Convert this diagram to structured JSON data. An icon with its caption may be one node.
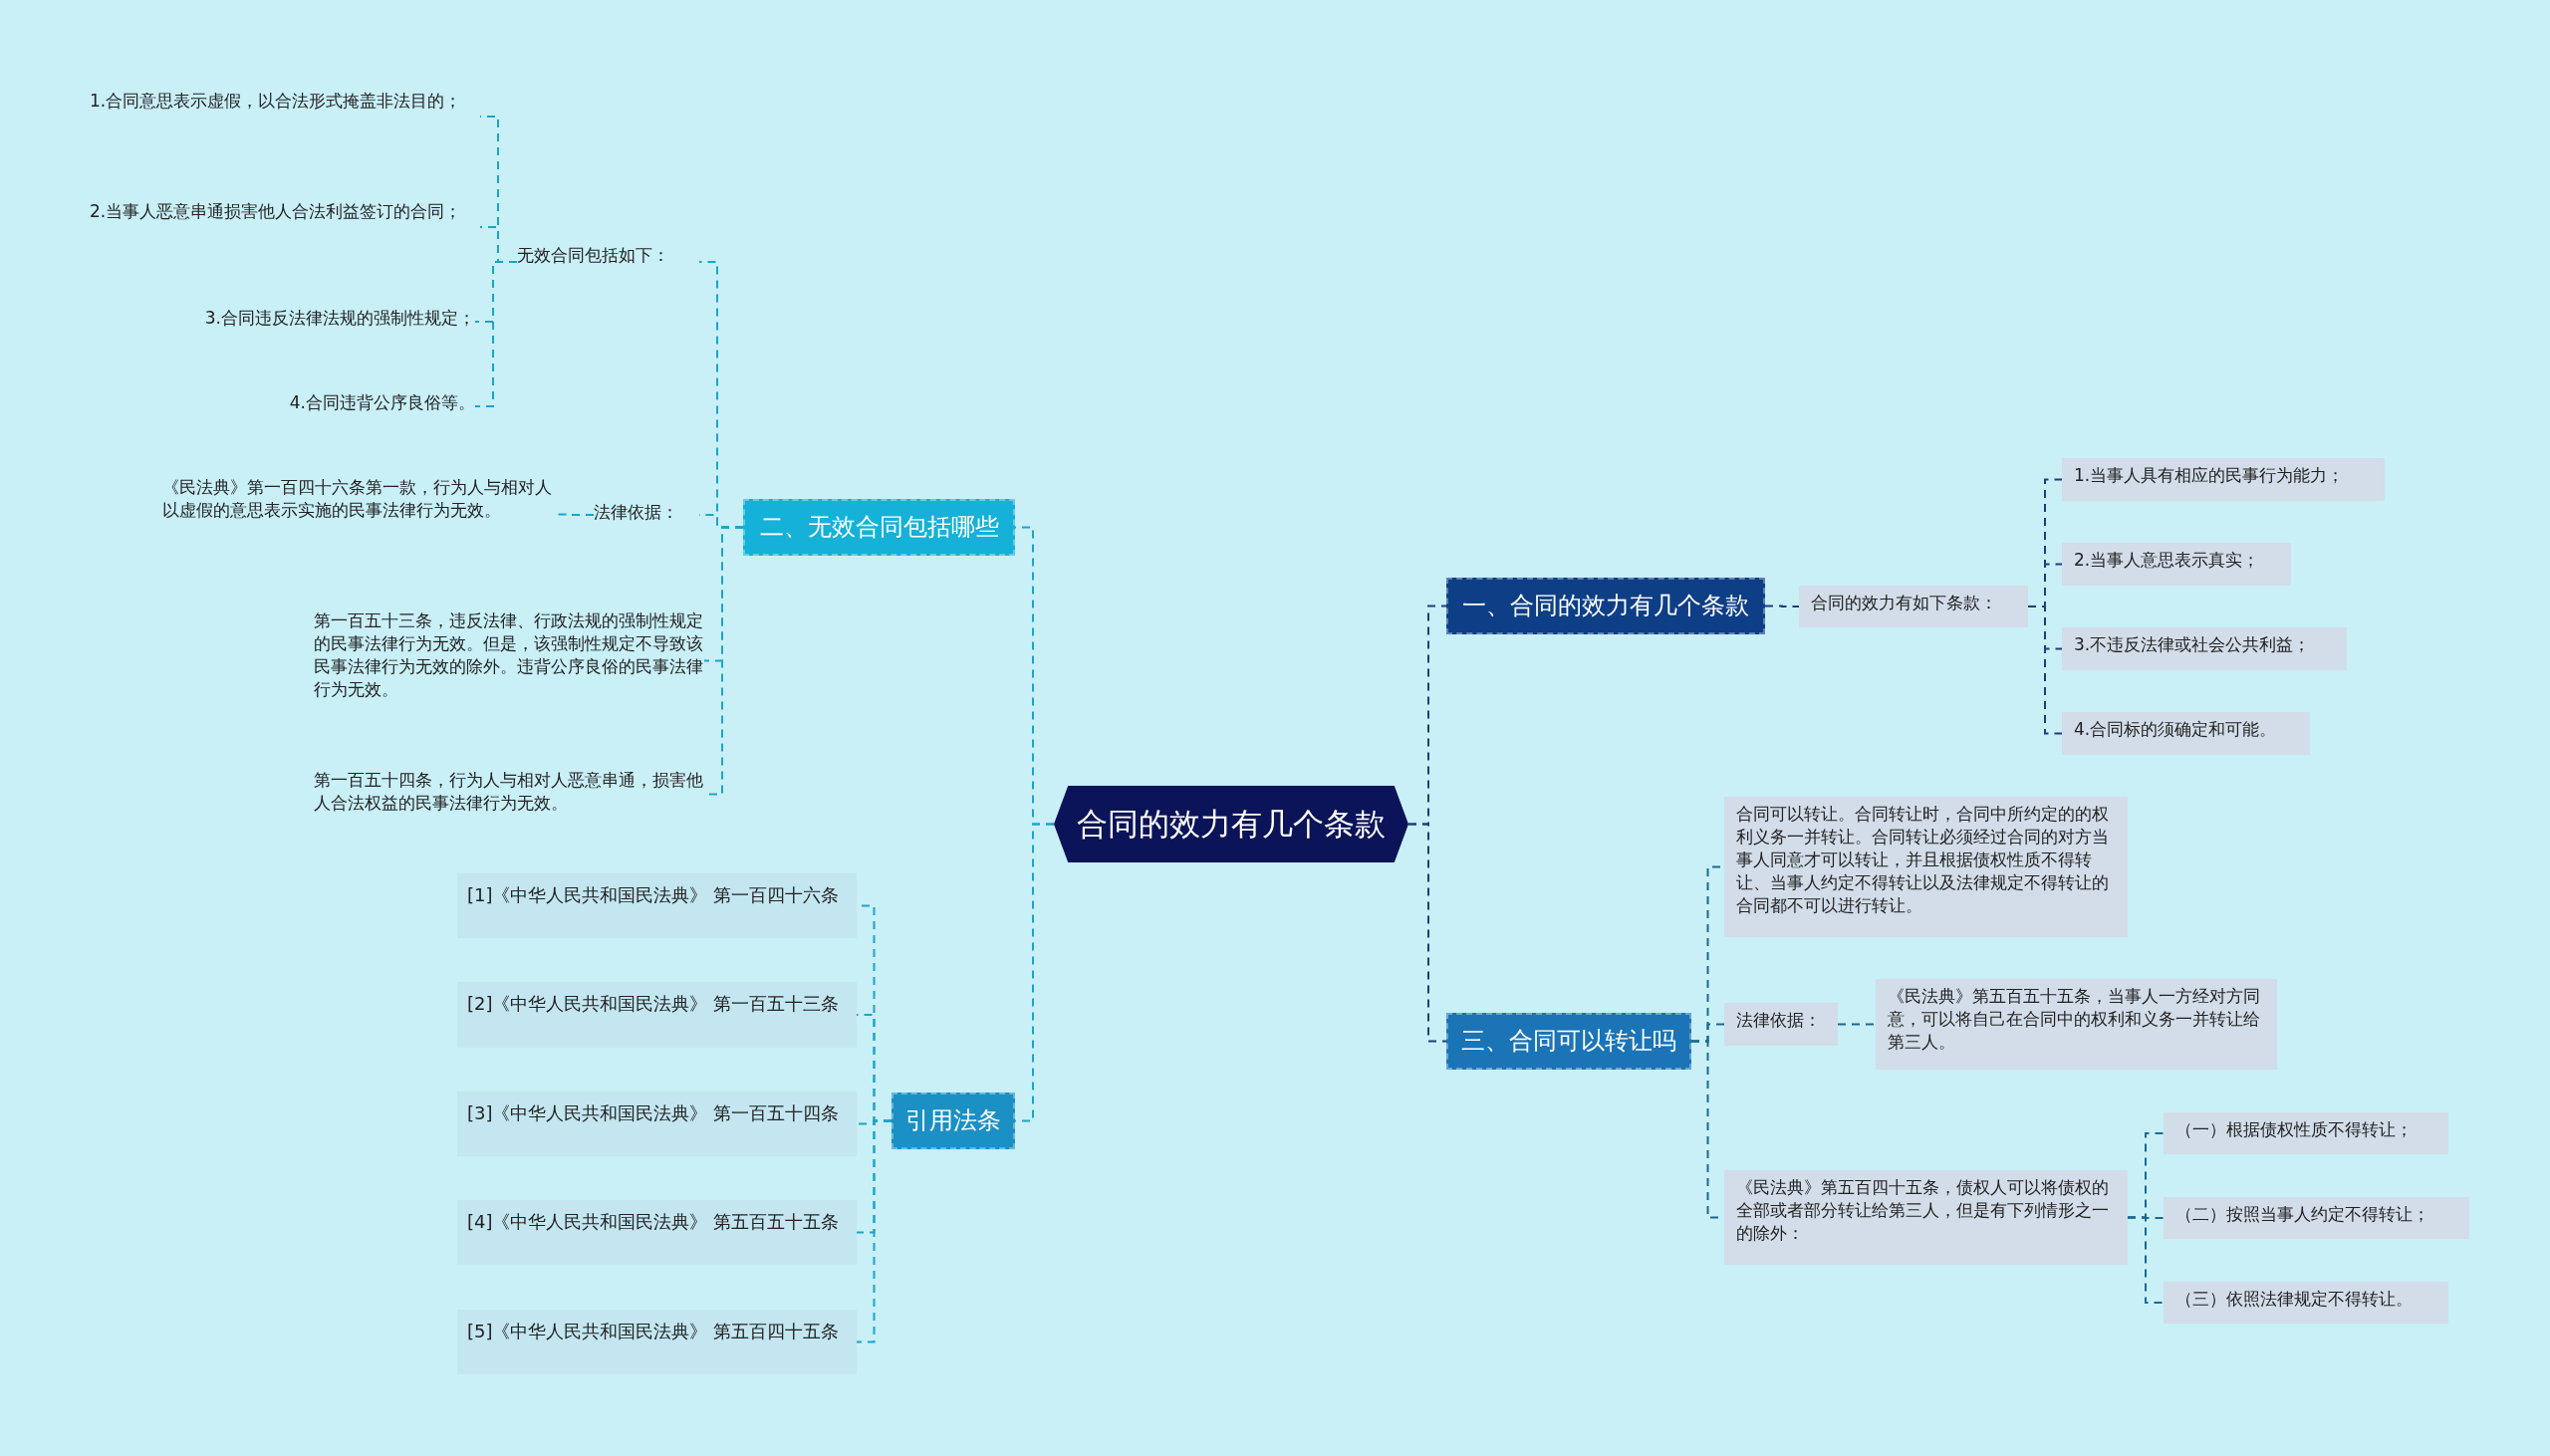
{
  "diagram": {
    "nodes": [
      {
        "text": [
          "合同的效力有几个条款"
        ]
      },
      {
        "text": [
          "一、合同的效力有几个条款"
        ]
      },
      {
        "text": [
          "合同的效力有如下条款："
        ]
      },
      {
        "text": [
          "1.当事人具有相应的民事行为能力；"
        ]
      },
      {
        "text": [
          "2.当事人意思表示真实；"
        ]
      },
      {
        "text": [
          "3.不违反法律或社会公共利益；"
        ]
      },
      {
        "text": [
          "4.合同标的须确定和可能。"
        ]
      },
      {
        "text": [
          "三、合同可以转让吗"
        ]
      },
      {
        "text": [
          "合同可以转让。合同转让时，合同中所约定的的权利义务一并转让。合同转让必须经过合同的对方当事人同意才可以转让，并且根据债权性质不得转让、当事人约定不得转让以及法律规定不得转让的合同都不可以进行转让。"
        ]
      },
      {
        "text": [
          "法律依据："
        ]
      },
      {
        "text": [
          "《民法典》第五百五十五条，当事人一方经对方同意，可以将自己在合同中的权利和义务一并转让给第三人。"
        ]
      },
      {
        "text": [
          "《民法典》第五百四十五条，债权人可以将债权的全部或者部分转让给第三人，但是有下列情形之一的除外："
        ]
      },
      {
        "text": [
          "（一）根据债权性质不得转让；"
        ]
      },
      {
        "text": [
          "（二）按照当事人约定不得转让；"
        ]
      },
      {
        "text": [
          "（三）依照法律规定不得转让。"
        ]
      },
      {
        "text": [
          "二、无效合同包括哪些"
        ]
      },
      {
        "text": [
          "无效合同包括如下："
        ]
      },
      {
        "text": [
          "1.合同意思表示虚假，以合法形式掩盖非法目的；"
        ]
      },
      {
        "text": [
          "2.当事人恶意串通损害他人合法利益签订的合同；"
        ]
      },
      {
        "text": [
          "3.合同违反法律法规的强制性规定；"
        ]
      },
      {
        "text": [
          "4.合同违背公序良俗等。"
        ]
      },
      {
        "text": [
          "法律依据："
        ]
      },
      {
        "text": [
          "《民法典》第一百四十六条第一款，行为人与相对人以虚假的意思表示实施的民事法律行为无效。"
        ]
      },
      {
        "text": [
          "第一百五十三条，违反法律、行政法规的强制性规定的民事法律行为无效。但是，该强制性规定不导致该民事法律行为无效的除外。违背公序良俗的民事法律行为无效。"
        ]
      },
      {
        "text": [
          "第一百五十四条，行为人与相对人恶意串通，损害他人合法权益的民事法律行为无效。"
        ]
      },
      {
        "text": [
          "引用法条"
        ]
      },
      {
        "text": [
          "[1]《中华人民共和国民法典》 第一百四十六条"
        ]
      },
      {
        "text": [
          "[2]《中华人民共和国民法典》 第一百五十三条"
        ]
      },
      {
        "text": [
          "[3]《中华人民共和国民法典》 第一百五十四条"
        ]
      },
      {
        "text": [
          "[4]《中华人民共和国民法典》 第五百五十五条"
        ]
      },
      {
        "text": [
          "[5]《中华人民共和国民法典》 第五百四十五条"
        ]
      }
    ],
    "edges": [
      {
        "from": 0,
        "to": 1,
        "arrow": "none",
        "style": "dashed",
        "color": "#1e3f7a"
      },
      {
        "from": 0,
        "to": 7,
        "arrow": "none",
        "style": "dashed",
        "color": "#1e3f7a"
      },
      {
        "from": 1,
        "to": 2,
        "arrow": "none",
        "style": "dashed",
        "color": "#1e3f7a"
      },
      {
        "from": 2,
        "to": 3,
        "arrow": "none",
        "style": "dashed",
        "color": "#1e3f7a"
      },
      {
        "from": 2,
        "to": 4,
        "arrow": "none",
        "style": "dashed",
        "color": "#1e3f7a"
      },
      {
        "from": 2,
        "to": 5,
        "arrow": "none",
        "style": "dashed",
        "color": "#1e3f7a"
      },
      {
        "from": 2,
        "to": 6,
        "arrow": "none",
        "style": "dashed",
        "color": "#1e3f7a"
      },
      {
        "from": 7,
        "to": 8,
        "arrow": "none",
        "style": "dashed",
        "color": "#1a6a90"
      },
      {
        "from": 7,
        "to": 9,
        "arrow": "none",
        "style": "dashed",
        "color": "#1a6a90"
      },
      {
        "from": 7,
        "to": 11,
        "arrow": "none",
        "style": "dashed",
        "color": "#1a6a90"
      },
      {
        "from": 9,
        "to": 10,
        "arrow": "none",
        "style": "dashed",
        "color": "#1a6a90"
      },
      {
        "from": 11,
        "to": 12,
        "arrow": "none",
        "style": "dashed",
        "color": "#1a6a90"
      },
      {
        "from": 11,
        "to": 13,
        "arrow": "none",
        "style": "dashed",
        "color": "#1a6a90"
      },
      {
        "from": 11,
        "to": 14,
        "arrow": "none",
        "style": "dashed",
        "color": "#1a6a90"
      },
      {
        "from": 0,
        "to": 15,
        "arrow": "none",
        "style": "dashed"
      },
      {
        "from": 0,
        "to": 25,
        "arrow": "none",
        "style": "dashed"
      },
      {
        "from": 15,
        "to": 16,
        "arrow": "none",
        "style": "dashed"
      },
      {
        "from": 15,
        "to": 21,
        "arrow": "none",
        "style": "dashed"
      },
      {
        "from": 15,
        "to": 23,
        "arrow": "none",
        "style": "dashed"
      },
      {
        "from": 15,
        "to": 24,
        "arrow": "none",
        "style": "dashed"
      },
      {
        "from": 16,
        "to": 17,
        "arrow": "none",
        "style": "dashed"
      },
      {
        "from": 16,
        "to": 18,
        "arrow": "none",
        "style": "dashed"
      },
      {
        "from": 16,
        "to": 19,
        "arrow": "none",
        "style": "dashed"
      },
      {
        "from": 16,
        "to": 20,
        "arrow": "none",
        "style": "dashed"
      },
      {
        "from": 21,
        "to": 22,
        "arrow": "none",
        "style": "dashed"
      },
      {
        "from": 25,
        "to": 26,
        "arrow": "none",
        "style": "dashed"
      },
      {
        "from": 25,
        "to": 27,
        "arrow": "none",
        "style": "dashed"
      },
      {
        "from": 25,
        "to": 28,
        "arrow": "none",
        "style": "dashed"
      },
      {
        "from": 25,
        "to": 29,
        "arrow": "none",
        "style": "dashed"
      },
      {
        "from": 25,
        "to": 30,
        "arrow": "none",
        "style": "dashed"
      }
    ]
  }
}
